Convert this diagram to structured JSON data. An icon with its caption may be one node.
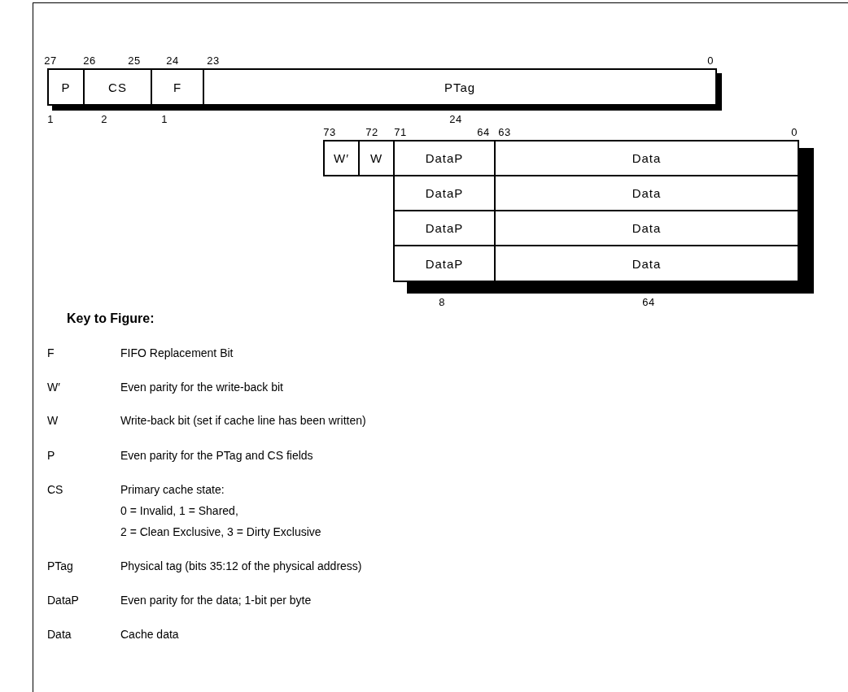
{
  "diagram": {
    "nodes": [
      {
        "text": [
          "P"
        ]
      },
      {
        "text": [
          "CS"
        ]
      },
      {
        "text": [
          "F"
        ]
      },
      {
        "text": [
          "PTag"
        ]
      },
      {
        "text": [
          "W′"
        ]
      },
      {
        "text": [
          "W"
        ]
      },
      {
        "text": [
          "DataP"
        ]
      },
      {
        "text": [
          "Data"
        ]
      },
      {
        "text": [
          "DataP"
        ]
      },
      {
        "text": [
          "Data"
        ]
      },
      {
        "text": [
          "DataP"
        ]
      },
      {
        "text": [
          "Data"
        ]
      },
      {
        "text": [
          "DataP"
        ]
      },
      {
        "text": [
          "Data"
        ]
      }
    ],
    "labels": [
      "27",
      "26",
      "25",
      "24",
      "23",
      "0",
      "1",
      "2",
      "1",
      "24",
      "73",
      "72",
      "71",
      "64",
      "63",
      "0",
      "8",
      "64",
      "Key to Figure:",
      "F",
      "FIFO Replacement Bit",
      "W′",
      "Even parity for the write-back bit",
      "W",
      "Write-back bit (set if cache line has been written)",
      "P",
      "Even parity for the PTag and CS fields",
      "CS",
      "Primary cache state:",
      "0 = Invalid, 1 = Shared,",
      "2 = Clean Exclusive, 3 = Dirty Exclusive",
      "PTag",
      "Physical tag (bits 35:12 of the physical address)",
      "DataP",
      "Even parity for the data; 1-bit per byte",
      "Data",
      "Cache data"
    ]
  }
}
